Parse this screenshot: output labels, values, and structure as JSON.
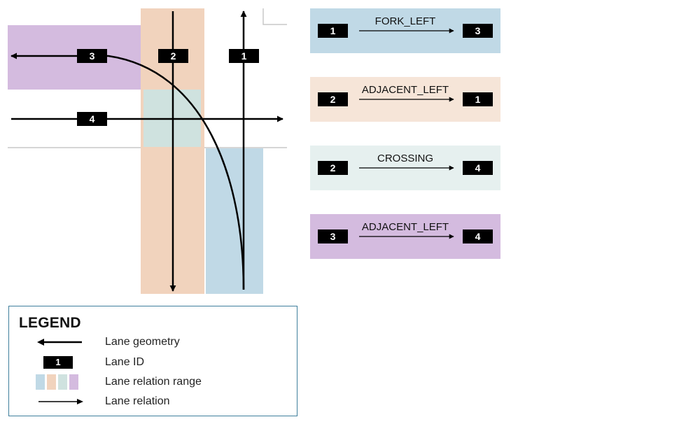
{
  "colors": {
    "blue": "#c0d9e6",
    "peach": "#f1d3bd",
    "teal": "#cfe2df",
    "purple": "#d4bbdf",
    "peach_light": "#f6e5d8",
    "teal_light": "#e6f0ef",
    "black": "#000000",
    "legend_border": "#3f7f9c"
  },
  "diagram": {
    "lanes": [
      {
        "id": "1"
      },
      {
        "id": "2"
      },
      {
        "id": "3"
      },
      {
        "id": "4"
      }
    ]
  },
  "relations": [
    {
      "from": "1",
      "type": "FORK_LEFT",
      "to": "3",
      "color": "#c0d9e6"
    },
    {
      "from": "2",
      "type": "ADJACENT_LEFT",
      "to": "1",
      "color": "#f6e5d8"
    },
    {
      "from": "2",
      "type": "CROSSING",
      "to": "4",
      "color": "#e6f0ef"
    },
    {
      "from": "3",
      "type": "ADJACENT_LEFT",
      "to": "4",
      "color": "#d4bbdf"
    }
  ],
  "legend": {
    "title": "LEGEND",
    "items": [
      {
        "label": "Lane geometry",
        "symbol": "arrow-left-icon"
      },
      {
        "label": "Lane ID",
        "symbol": "lane-id-badge",
        "badge": "1"
      },
      {
        "label": "Lane relation range",
        "symbol": "color-swatches"
      },
      {
        "label": "Lane relation",
        "symbol": "arrow-right-icon"
      }
    ]
  }
}
